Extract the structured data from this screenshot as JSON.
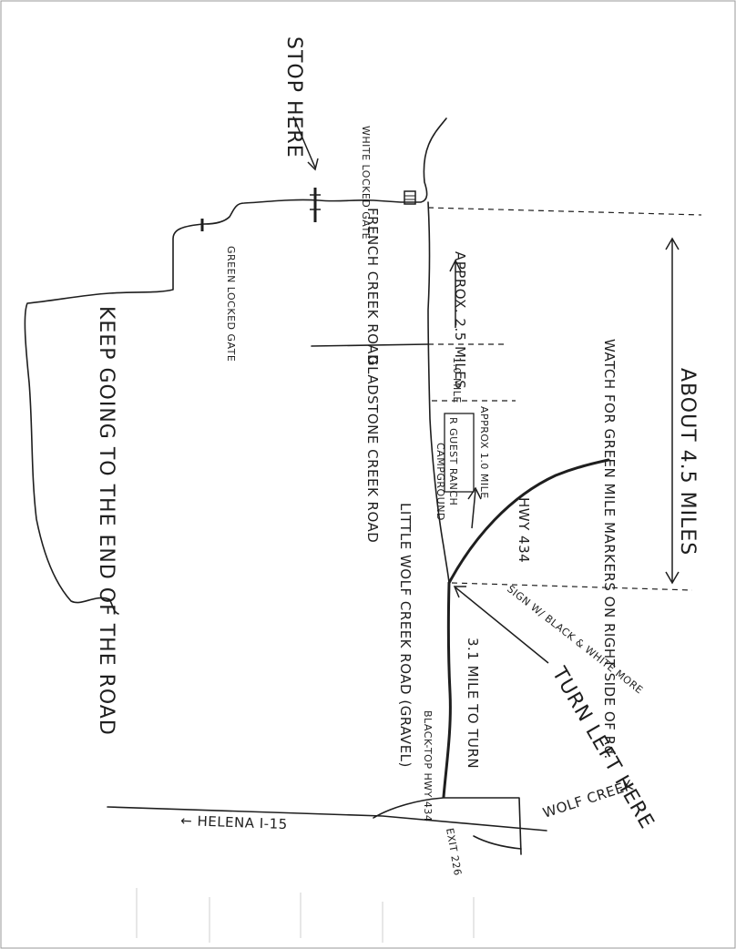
{
  "map": {
    "labels": {
      "stop_here": "STOP HERE",
      "white_locked_gate": "WHITE LOCKED GATE",
      "green_locked_gate": "GREEN LOCKED GATE",
      "french_creek_road": "FRENCH CREEK ROAD",
      "approx_2_5_miles": "APPROX. 2.5 MILES",
      "keep_going": "KEEP GOING TO THE END OF THE ROAD",
      "gladstone_creek_road": "GLADSTONE CREEK ROAD",
      "one_mile": "1.0 MILE",
      "r_guest_ranch": "R GUEST RANCH",
      "campground": "CAMPGROUND",
      "approx_1_0_mile": "APPROX 1.0 MILE",
      "little_wolf_creek_road": "LITTLE WOLF CREEK ROAD (GRAVEL)",
      "about_4_5_miles": "ABOUT 4.5 MILES",
      "watch_green_markers": "WATCH FOR GREEN MILE MARKERS ON RIGHT SIDE OF Rd.",
      "hwy_434_upper": "HWY 434",
      "sign_black_white": "SIGN W/ BLACK & WHITE MORE",
      "turn_left_here": "TURN LEFT HERE",
      "three_one_mile": "3.1 MILE TO TURN",
      "blacktop_hwy": "BLACK-TOP HWY 434",
      "helena_i15": "← HELENA  I-15",
      "wolf_creek": "WOLF CREEK",
      "exit_226": "EXIT 226"
    }
  }
}
